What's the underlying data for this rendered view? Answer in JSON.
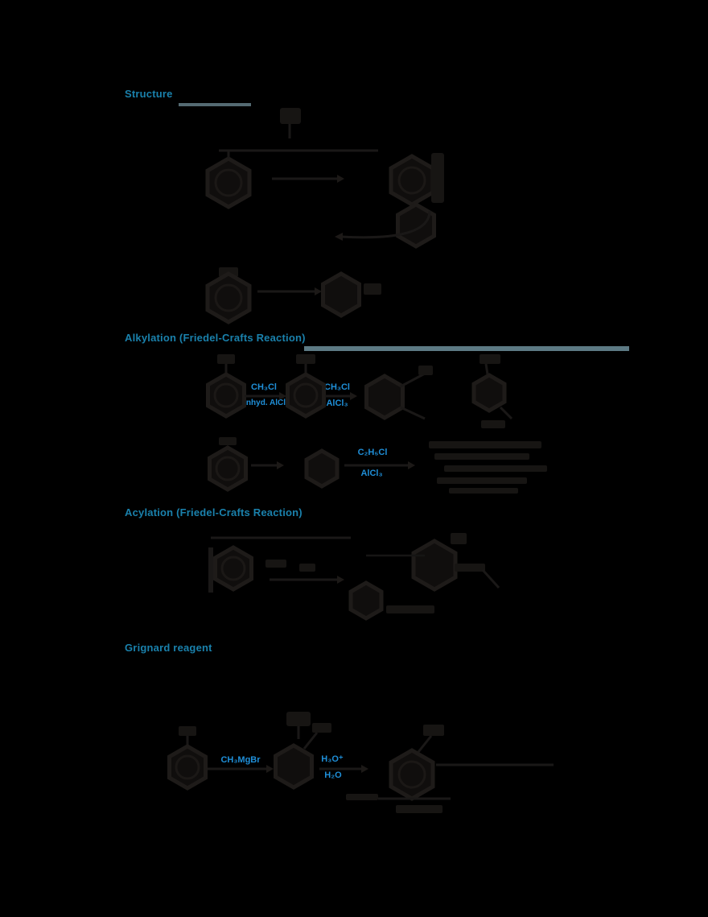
{
  "colors": {
    "background": "#000000",
    "heading": "#1a81ac",
    "rule": "#5d7a84",
    "rule_short": "#546a72",
    "reagent_label": "#1f8fd8",
    "structure_ink": "#1b1816"
  },
  "sections": [
    {
      "id": "structure",
      "heading": "Structure"
    },
    {
      "id": "alkylation",
      "heading": "Alkylation (Friedel-Crafts Reaction)",
      "row1": {
        "arrow1": {
          "top": "CH₃Cl",
          "bottom": "anhyd. AlCl₃"
        },
        "arrow2": {
          "top": "CH₃Cl",
          "bottom": "AlCl₃"
        }
      },
      "row2": {
        "arrow": {
          "top": "C₂H₅Cl",
          "bottom": "AlCl₃"
        }
      }
    },
    {
      "id": "acylation",
      "heading": "Acylation (Friedel-Crafts Reaction)"
    },
    {
      "id": "grignard",
      "heading": "Grignard reagent",
      "arrow1": {
        "top": "CH₃MgBr"
      },
      "arrow2": {
        "top": "H₃O⁺",
        "bottom": "H₂O"
      }
    }
  ]
}
